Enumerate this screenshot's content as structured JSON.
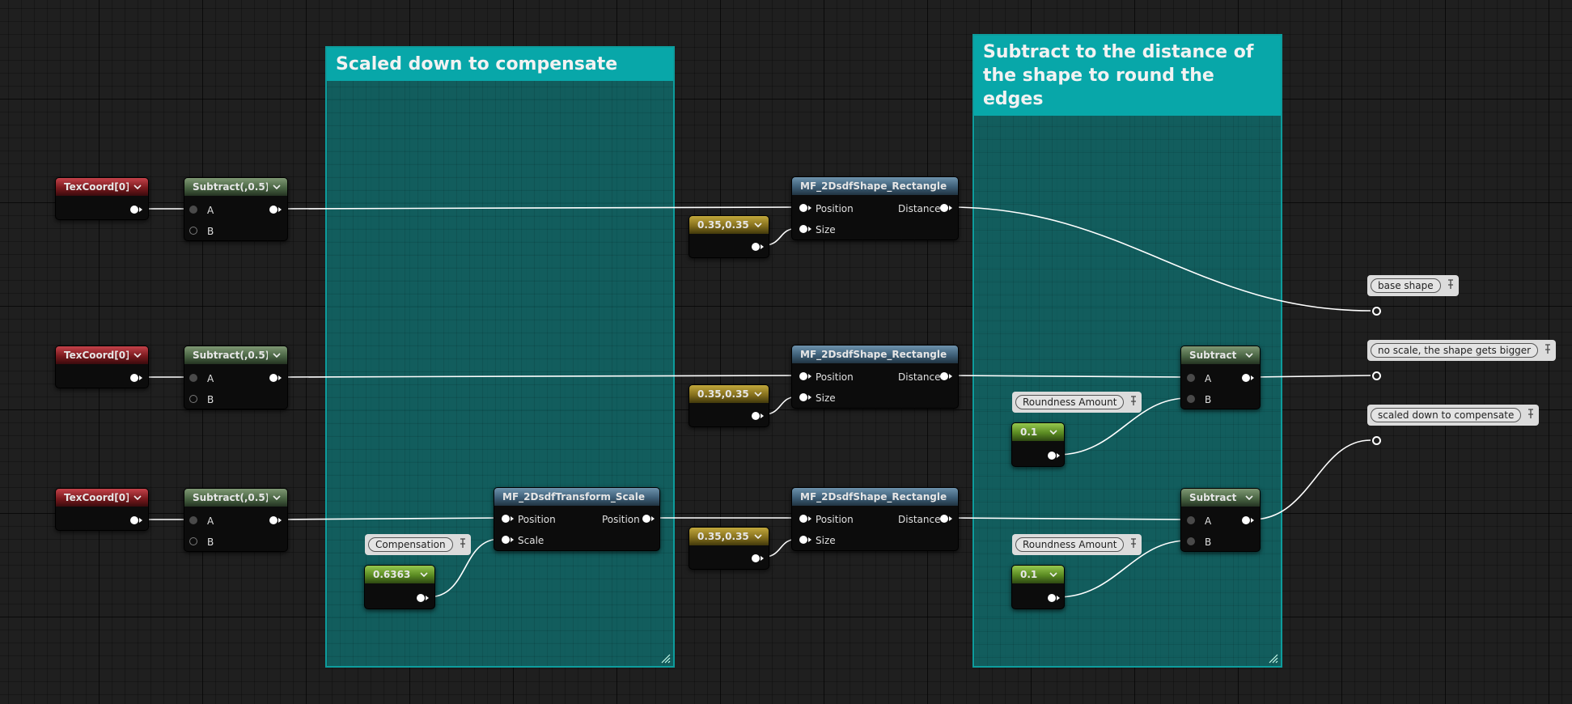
{
  "comments": {
    "scaled": {
      "title": "Scaled down to compensate"
    },
    "subtract": {
      "title": "Subtract to the distance of the shape to round the edges"
    }
  },
  "rows": [
    {
      "texcoord": {
        "title": "TexCoord[0]"
      },
      "subtract": {
        "title": "Subtract(,0.5)",
        "pin_a": "A",
        "pin_b": "B"
      },
      "size_const": {
        "title": "0.35,0.35"
      },
      "rectangle": {
        "title": "MF_2DsdfShape_Rectangle",
        "in_position": "Position",
        "in_size": "Size",
        "out_distance": "Distance"
      },
      "output_label": "base shape"
    },
    {
      "texcoord": {
        "title": "TexCoord[0]"
      },
      "subtract": {
        "title": "Subtract(,0.5)",
        "pin_a": "A",
        "pin_b": "B"
      },
      "size_const": {
        "title": "0.35,0.35"
      },
      "rectangle": {
        "title": "MF_2DsdfShape_Rectangle",
        "in_position": "Position",
        "in_size": "Size",
        "out_distance": "Distance"
      },
      "roundness_param": {
        "label": "Roundness Amount",
        "value": "0.1"
      },
      "final_subtract": {
        "title": "Subtract",
        "pin_a": "A",
        "pin_b": "B"
      },
      "output_label": "no scale, the shape gets bigger"
    },
    {
      "texcoord": {
        "title": "TexCoord[0]"
      },
      "subtract": {
        "title": "Subtract(,0.5)",
        "pin_a": "A",
        "pin_b": "B"
      },
      "compensation_param": {
        "label": "Compensation",
        "value": "0.6363"
      },
      "transform_scale": {
        "title": "MF_2DsdfTransform_Scale",
        "in_position": "Position",
        "in_scale": "Scale",
        "out_position": "Position"
      },
      "size_const": {
        "title": "0.35,0.35"
      },
      "rectangle": {
        "title": "MF_2DsdfShape_Rectangle",
        "in_position": "Position",
        "in_size": "Size",
        "out_distance": "Distance"
      },
      "roundness_param": {
        "label": "Roundness Amount",
        "value": "0.1"
      },
      "final_subtract": {
        "title": "Subtract",
        "pin_a": "A",
        "pin_b": "B"
      },
      "output_label": "scaled down to compensate"
    }
  ],
  "colors": {
    "background": "#1f1f1f",
    "comment_fill": "#0e7676",
    "comment_header": "#08a7a9",
    "texcoord_header": "#8a1f24",
    "subtract_header": "#4f6a48",
    "material_function_header": "#3e5f78",
    "constant2_header": "#85701d",
    "scalar_param_header": "#5a8a22",
    "wire": "#ffffff"
  },
  "icons": [
    "chevron-down-icon",
    "pin-icon",
    "resize-grip-icon",
    "reroute-icon"
  ]
}
